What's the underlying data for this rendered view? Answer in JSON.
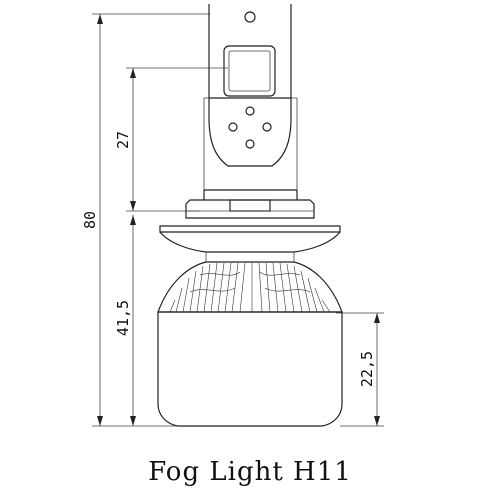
{
  "caption": "Fog Light H11",
  "dimensions": {
    "overall_height": "80",
    "upper_section": "27",
    "lower_section": "41,5",
    "base_height": "22,5"
  },
  "colors": {
    "line": "#222222",
    "background": "#ffffff"
  }
}
